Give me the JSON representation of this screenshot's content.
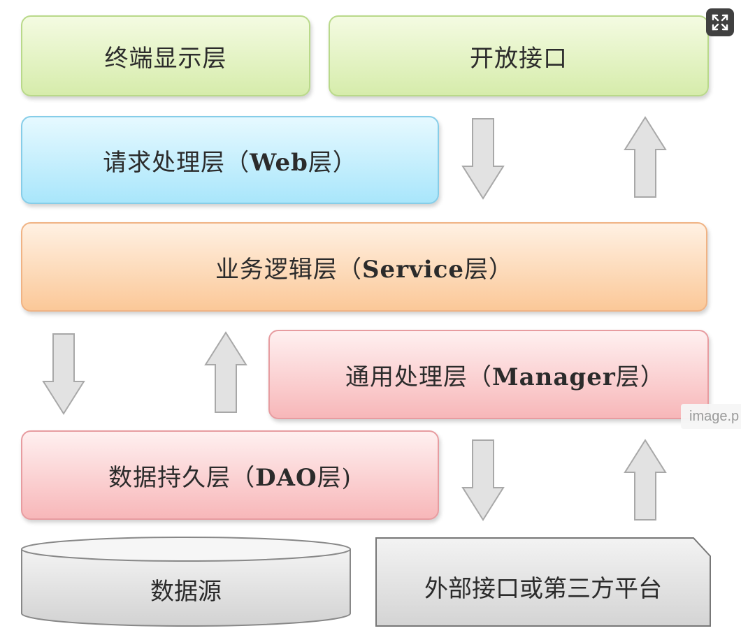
{
  "layers": {
    "terminal": "终端显示层",
    "open_api": "开放接口",
    "web": {
      "prefix": "请求处理层（",
      "en": "Web",
      "suffix": "层）"
    },
    "service": {
      "prefix": "业务逻辑层（",
      "en": "Service",
      "suffix": "层）"
    },
    "manager": {
      "prefix": "通用处理层（",
      "en": "Manager",
      "suffix": "层）"
    },
    "dao": {
      "prefix": "数据持久层（",
      "en": "DAO",
      "suffix": "层)"
    }
  },
  "datasource": "数据源",
  "external": "外部接口或第三方平台",
  "watermark": "image.p",
  "icons": {
    "expand": "expand-icon",
    "arrow_down": "arrow-down-icon",
    "arrow_up": "arrow-up-icon"
  },
  "colors": {
    "green": "#d6ecab",
    "blue": "#a9e6fb",
    "orange": "#fbc898",
    "pink": "#f7b7b9",
    "gray": "#dcdcdc",
    "arrow": "#e0e0e0"
  }
}
